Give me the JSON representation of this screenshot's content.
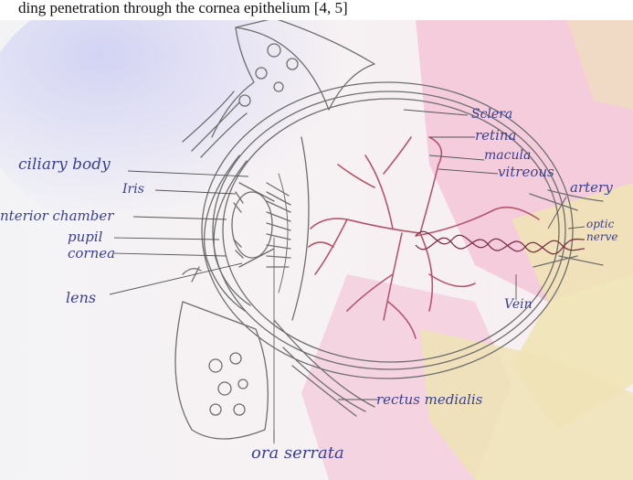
{
  "caption": "ding penetration through the cornea epithelium [4, 5]",
  "labels": {
    "sclera": "Sclera",
    "retina": "retina",
    "macula": "macula",
    "vitreous": "vitreous",
    "artery": "artery",
    "optic_nerve": "optic nerve",
    "ciliary_body": "ciliary body",
    "iris": "Iris",
    "anterior_chamber": "nterior chamber",
    "pupil": "pupil",
    "cornea": "cornea",
    "lens": "lens",
    "vein": "Vein",
    "rectus_medialis": "rectus medialis",
    "ora_serrata": "ora serrata"
  },
  "colors": {
    "pencil": "#6e6e6e",
    "ink": "#3a3f8f",
    "pink_wash": "#f4c9da",
    "yellow_wash": "#efe2b0",
    "blue_wash": "#d9daf3",
    "vessel": "#b5566e"
  }
}
